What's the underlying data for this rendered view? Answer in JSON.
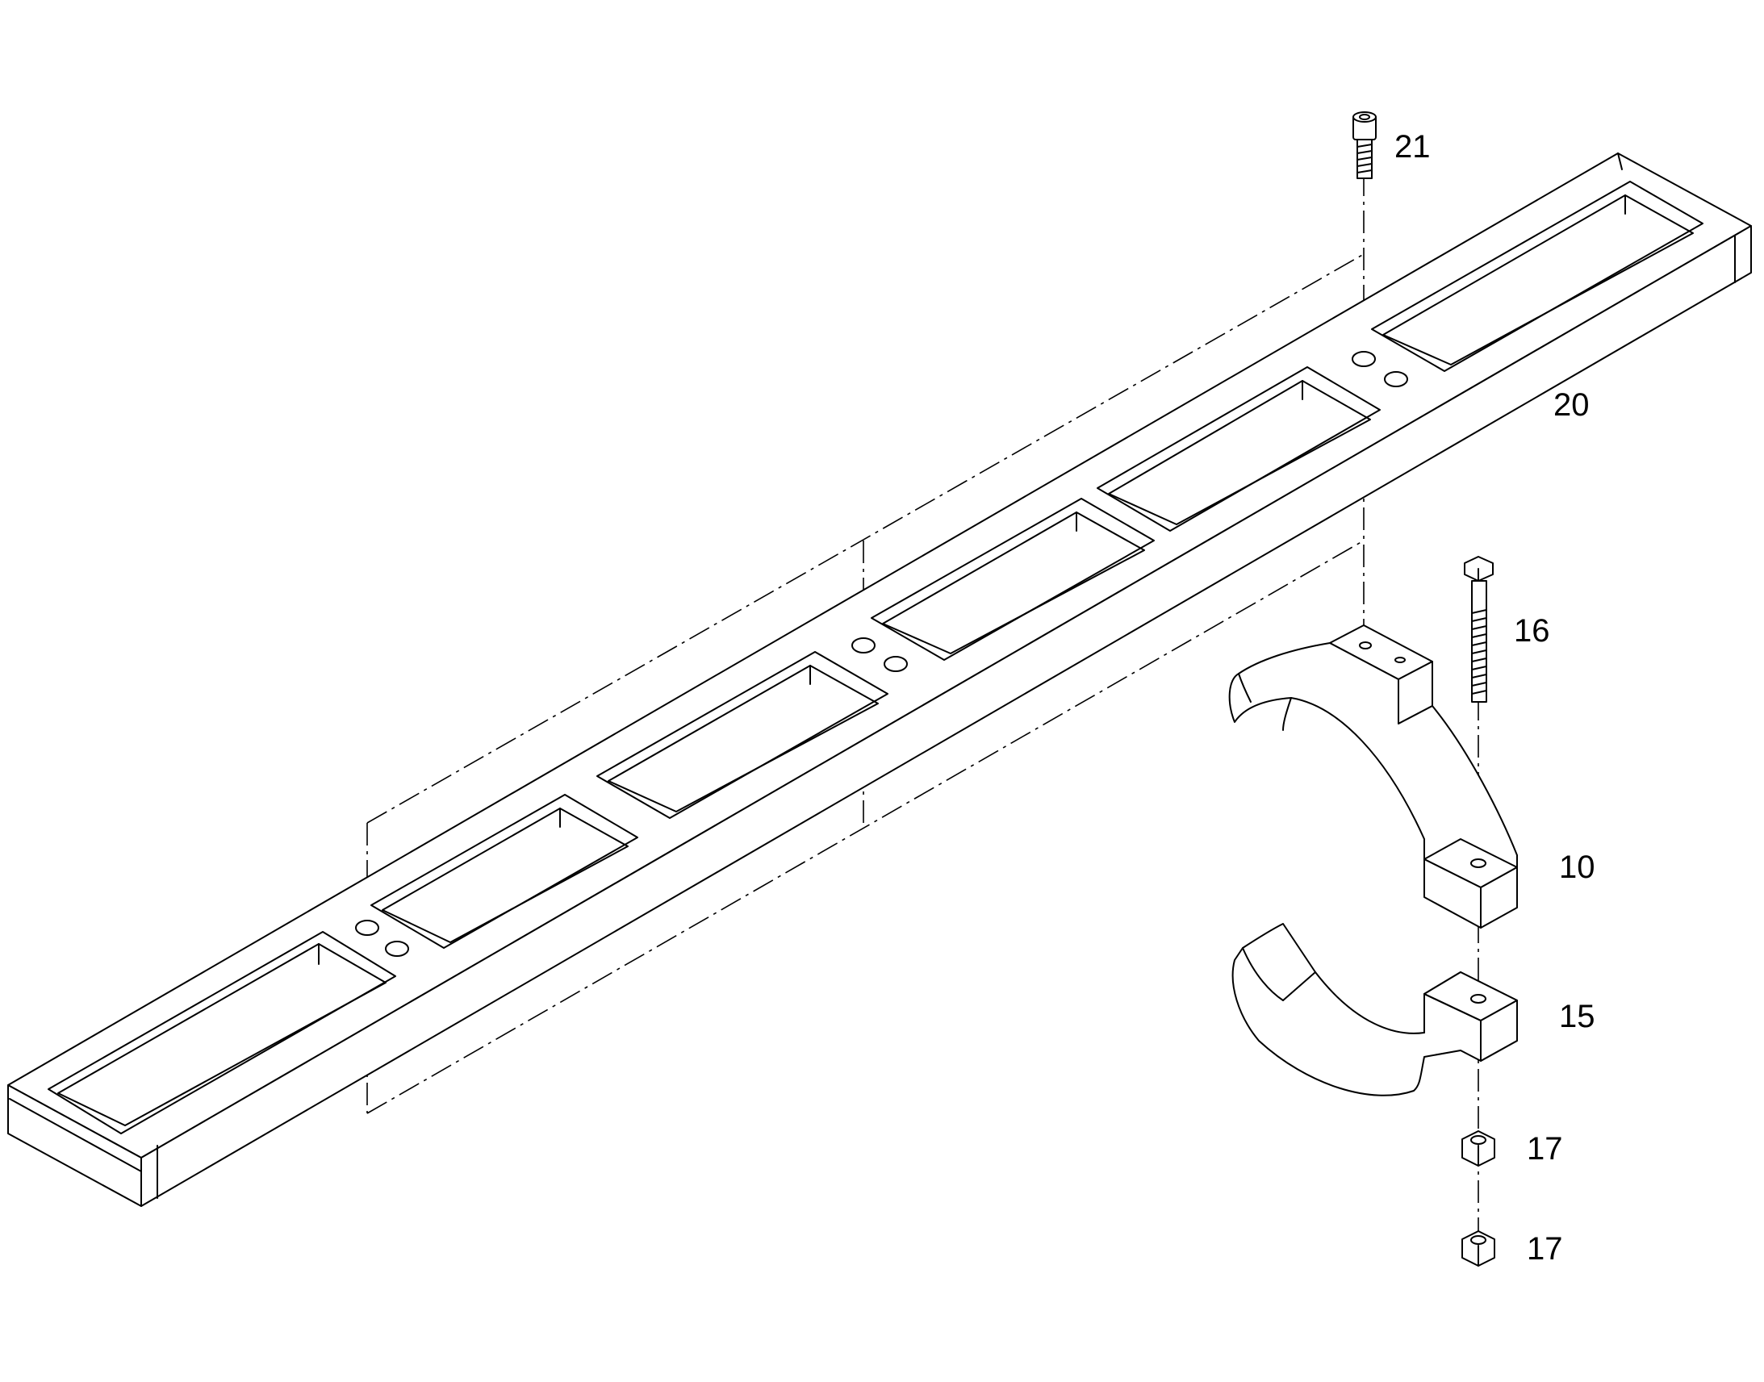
{
  "callouts": {
    "bolt_socket": "21",
    "rail": "20",
    "bolt_hex": "16",
    "clamp_upper": "10",
    "clamp_lower": "15",
    "nut_upper": "17",
    "nut_lower": "17"
  }
}
